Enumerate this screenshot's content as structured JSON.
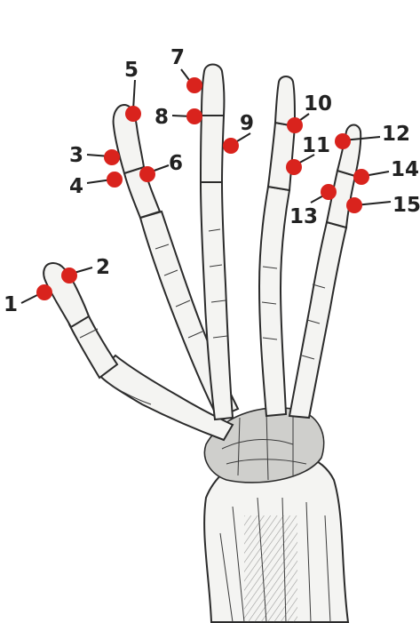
{
  "figure": {
    "colors": {
      "marker": "#d9231d",
      "label": "#222222",
      "bone_fill": "#f4f4f2",
      "bone_line": "#2b2b2b"
    },
    "markers": [
      {
        "label": "1"
      },
      {
        "label": "2"
      },
      {
        "label": "3"
      },
      {
        "label": "4"
      },
      {
        "label": "5"
      },
      {
        "label": "6"
      },
      {
        "label": "7"
      },
      {
        "label": "8"
      },
      {
        "label": "9"
      },
      {
        "label": "10"
      },
      {
        "label": "11"
      },
      {
        "label": "12"
      },
      {
        "label": "13"
      },
      {
        "label": "14"
      },
      {
        "label": "15"
      }
    ]
  }
}
